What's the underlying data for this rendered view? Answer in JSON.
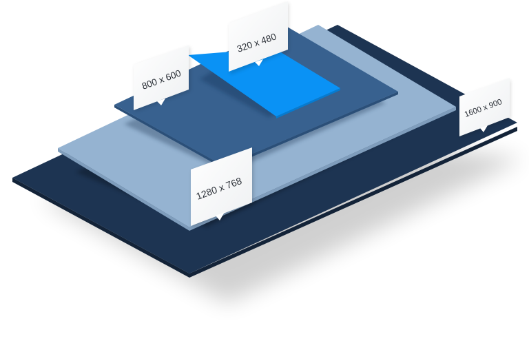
{
  "diagram": {
    "layers": [
      {
        "id": "layer-1600",
        "resolution": "1600 x 900",
        "color": "#1d3452",
        "edge_color": "#132338"
      },
      {
        "id": "layer-1280",
        "resolution": "1280 x 768",
        "color": "#95b3d1",
        "edge_color": "#7f9dbc"
      },
      {
        "id": "layer-800",
        "resolution": "800 x 600",
        "color": "#38618f",
        "edge_color": "#2b4f78"
      },
      {
        "id": "layer-320",
        "resolution": "320 x 480",
        "color": "#0a92f5",
        "edge_color": "#067bd0"
      }
    ],
    "card_color": "#ffffff",
    "text_color": "#2a2f36"
  }
}
